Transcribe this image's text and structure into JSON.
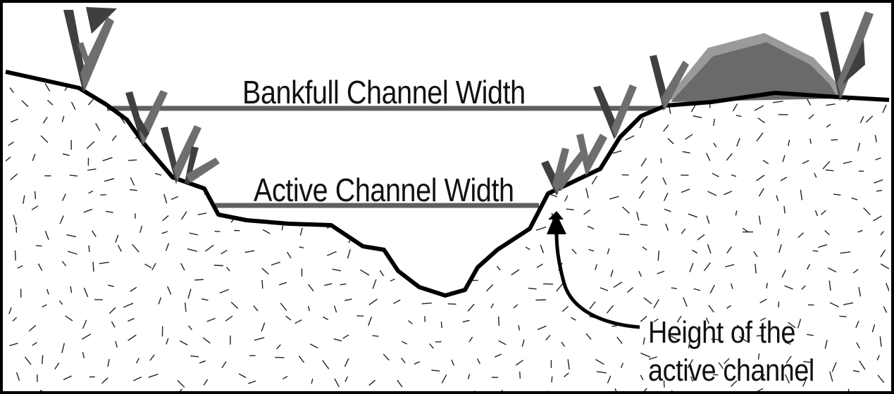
{
  "labels": {
    "bankfull": "Bankfull Channel Width",
    "active": "Active Channel Width",
    "height_line1": "Height of the",
    "height_line2": "active channel"
  },
  "colors": {
    "ground_line": "#000000",
    "width_lines": "#5f5f5f",
    "grass_dark": "#3f3f3f",
    "grass_light": "#6e6e6e",
    "rock_fill": "#6a6a6a",
    "rock_edge": "#9a9a9a",
    "soil_marks": "#222222",
    "frame": "#000000"
  },
  "icons": {
    "grass": "grass-tuft-icon",
    "rock": "boulder-icon",
    "arrow": "arrow-up-icon"
  }
}
